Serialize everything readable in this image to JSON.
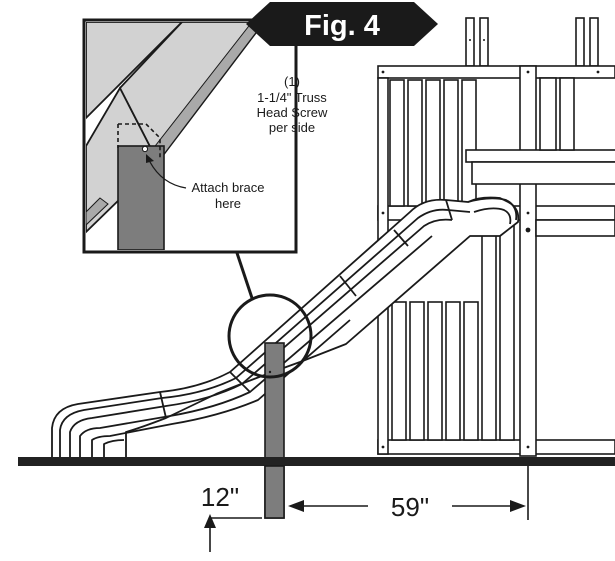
{
  "figure": {
    "label": "Fig. 4"
  },
  "callout": {
    "quantity": "(1)",
    "screw_line1": "1-1/4\" Truss",
    "screw_line2": "Head Screw",
    "screw_line3": "per side",
    "attach_line1": "Attach brace",
    "attach_line2": "here"
  },
  "dimensions": {
    "setback": "12\"",
    "distance": "59\""
  },
  "colors": {
    "ink": "#1a1a1a",
    "wood_light": "#d2d2d2",
    "wood_mid": "#a9a9a9",
    "brace_dark": "#7d7d7d",
    "ground": "#222222"
  }
}
